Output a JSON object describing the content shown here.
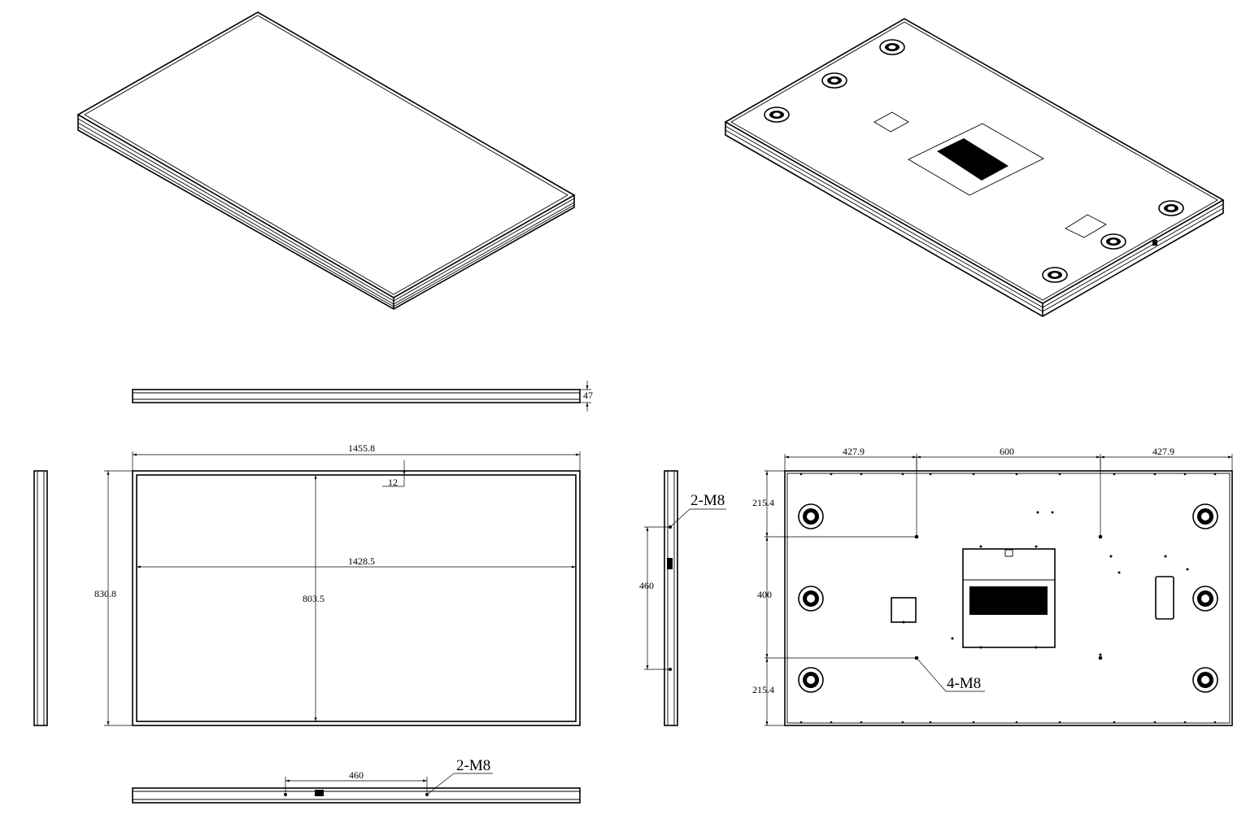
{
  "drawing": {
    "side_view": {
      "thickness": "47",
      "thickness_unit": ""
    },
    "front_view": {
      "overall_width": "1455.8",
      "overall_height": "830.8",
      "bezel": "12",
      "active_width": "1428.5",
      "active_height": "803.5"
    },
    "right_side_view": {
      "hole_spacing": "460",
      "hole_callout": "2-M8"
    },
    "bottom_view": {
      "hole_spacing": "460",
      "hole_callout": "2-M8"
    },
    "rear_view": {
      "left_offset": "427.9",
      "vesa_width": "600",
      "right_offset": "427.9",
      "top_offset": "215.4",
      "vesa_height": "400",
      "bottom_offset": "215.4",
      "hole_callout": "4-M8"
    }
  },
  "colors": {
    "line": "#000000",
    "background": "#ffffff"
  }
}
